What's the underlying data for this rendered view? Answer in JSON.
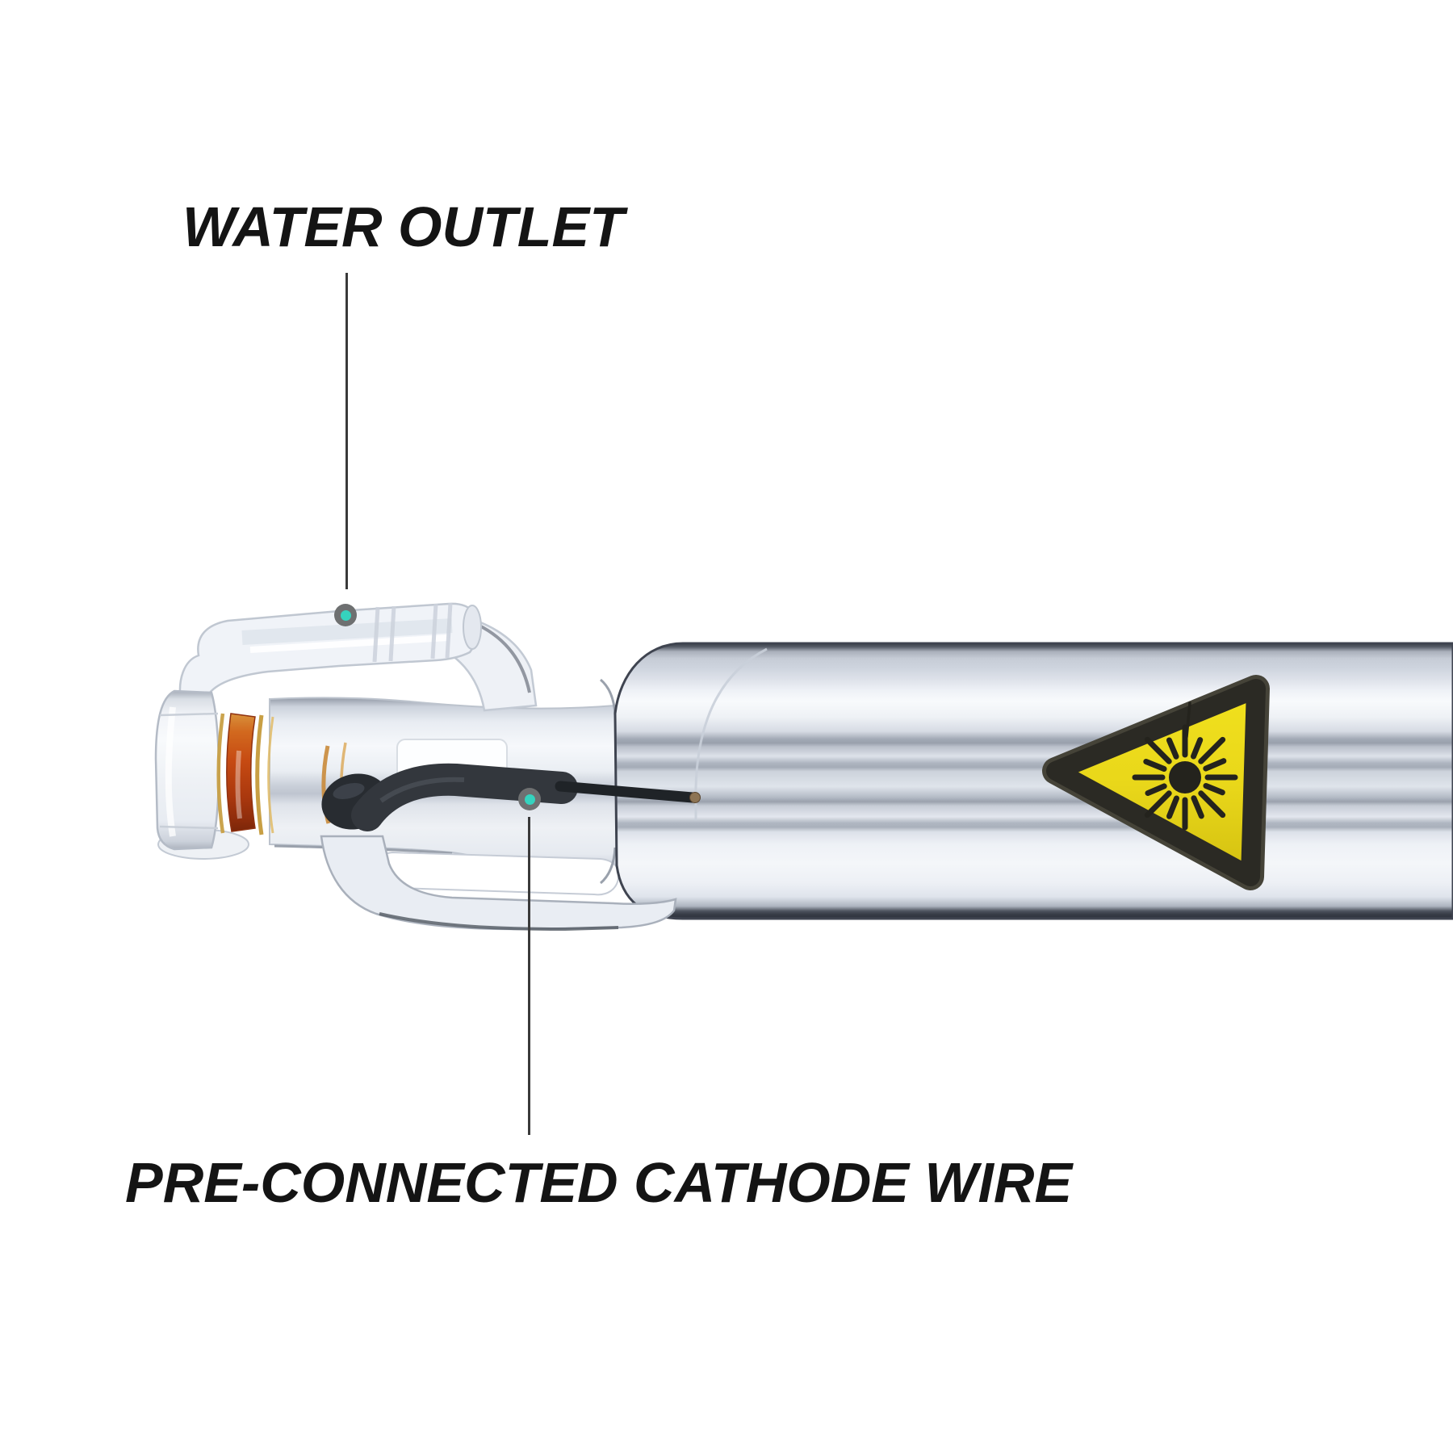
{
  "page": {
    "background": "#ffffff"
  },
  "product": {
    "name": "CO2 laser tube",
    "view": "glass laser tube left end close-up with part callouts"
  },
  "callouts": {
    "water_outlet": {
      "label": "WATER OUTLET"
    },
    "cathode_wire": {
      "label": "PRE-CONNECTED CATHODE WIRE"
    }
  },
  "icons": {
    "laser_warning": "laser-radiation-warning-triangle"
  },
  "colors": {
    "marker_dot_outer": "#6e7071",
    "marker_dot_core": "#35d3be",
    "leader_line": "#3a3a3a",
    "label_text": "#141414",
    "warning_yellow": "#e9d71a",
    "warning_border": "#2b2a24",
    "gasket_orange": "#c64a12",
    "wire_black": "#33373d",
    "glass_edge": "#3f4450"
  }
}
